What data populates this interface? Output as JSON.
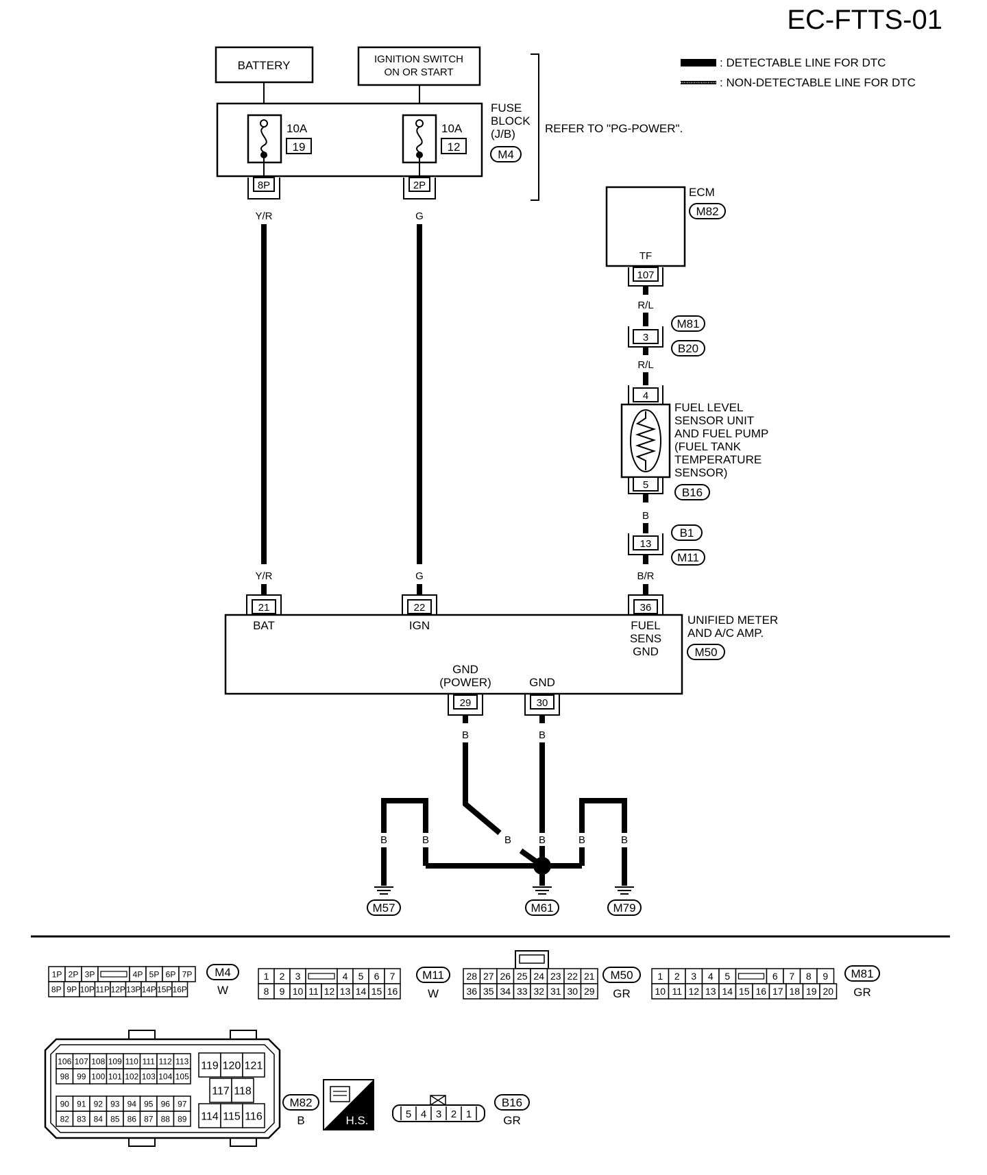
{
  "page_id": "EC-FTTS-01",
  "legend": {
    "detectable": ": DETECTABLE LINE FOR DTC",
    "non_detectable": ": NON-DETECTABLE LINE FOR DTC"
  },
  "sources": {
    "battery": "BATTERY",
    "ign_line1": "IGNITION SWITCH",
    "ign_line2": "ON OR START"
  },
  "fuse_block": {
    "label_lines": [
      "FUSE",
      "BLOCK",
      "(J/B)"
    ],
    "connector": "M4",
    "refer": "REFER TO \"PG-POWER\".",
    "fuse1": {
      "rating": "10A",
      "number": "19",
      "terminal": "8P"
    },
    "fuse2": {
      "rating": "10A",
      "number": "12",
      "terminal": "2P"
    }
  },
  "ecm": {
    "label": "ECM",
    "connector": "M82",
    "pin_name": "TF",
    "terminal": "107"
  },
  "fuel_sensor": {
    "label_lines": [
      "FUEL  LEVEL",
      "SENSOR UNIT",
      "AND FUEL PUMP",
      "(FUEL TANK",
      "TEMPERATURE",
      "SENSOR)"
    ],
    "pin_top": "4",
    "pin_bottom": "5",
    "connector": "B16"
  },
  "joints": {
    "j1": {
      "pin": "3",
      "top": "M81",
      "bottom": "B20"
    },
    "j2": {
      "pin": "13",
      "top": "B1",
      "bottom": "M11"
    }
  },
  "meter": {
    "label_lines": [
      "UNIFIED METER",
      "AND A/C AMP."
    ],
    "connector": "M50",
    "pins": {
      "bat": "21",
      "ign": "22",
      "fuel": "36",
      "gnd_power": "29",
      "gnd": "30"
    },
    "pin_names": {
      "bat": "BAT",
      "ign": "IGN",
      "fuel_lines": [
        "FUEL",
        "SENS",
        "GND"
      ],
      "gnd_power_lines": [
        "GND",
        "(POWER)"
      ],
      "gnd": "GND"
    }
  },
  "wire_colors": {
    "yr": "Y/R",
    "g": "G",
    "rl": "R/L",
    "b": "B",
    "br": "B/R"
  },
  "grounds": [
    "M57",
    "M61",
    "M79"
  ],
  "connector_views": {
    "m4": {
      "id": "M4",
      "color": "W",
      "row1": [
        "1P",
        "2P",
        "3P",
        "",
        "4P",
        "5P",
        "6P",
        "7P"
      ],
      "row2": [
        "8P",
        "9P",
        "10P",
        "11P",
        "12P",
        "13P",
        "14P",
        "15P",
        "16P"
      ]
    },
    "m11": {
      "id": "M11",
      "color": "W",
      "row1": [
        "1",
        "2",
        "3",
        "",
        "4",
        "5",
        "6",
        "7"
      ],
      "row2": [
        "8",
        "9",
        "10",
        "11",
        "12",
        "13",
        "14",
        "15",
        "16"
      ]
    },
    "m50": {
      "id": "M50",
      "color": "GR",
      "row1": [
        "28",
        "27",
        "26",
        "25",
        "24",
        "23",
        "22",
        "21"
      ],
      "row2": [
        "36",
        "35",
        "34",
        "33",
        "32",
        "31",
        "30",
        "29"
      ]
    },
    "m81": {
      "id": "M81",
      "color": "GR",
      "row1": [
        "1",
        "2",
        "3",
        "4",
        "5",
        "",
        "6",
        "7",
        "8",
        "9"
      ],
      "row2": [
        "10",
        "11",
        "12",
        "13",
        "14",
        "15",
        "16",
        "17",
        "18",
        "19",
        "20"
      ]
    },
    "m82": {
      "id": "M82",
      "color": "B",
      "left_rows": [
        [
          "106",
          "107",
          "108",
          "109",
          "110",
          "111",
          "112",
          "113"
        ],
        [
          "98",
          "99",
          "100",
          "101",
          "102",
          "103",
          "104",
          "105"
        ],
        [
          "90",
          "91",
          "92",
          "93",
          "94",
          "95",
          "96",
          "97"
        ],
        [
          "82",
          "83",
          "84",
          "85",
          "86",
          "87",
          "88",
          "89"
        ]
      ],
      "right_rows": [
        [
          "119",
          "120",
          "121"
        ],
        [
          "117",
          "118"
        ],
        [
          "114",
          "115",
          "116"
        ]
      ]
    },
    "hs": "H.S.",
    "b16": {
      "id": "B16",
      "color": "GR",
      "pins": [
        "5",
        "4",
        "3",
        "2",
        "1"
      ]
    }
  }
}
